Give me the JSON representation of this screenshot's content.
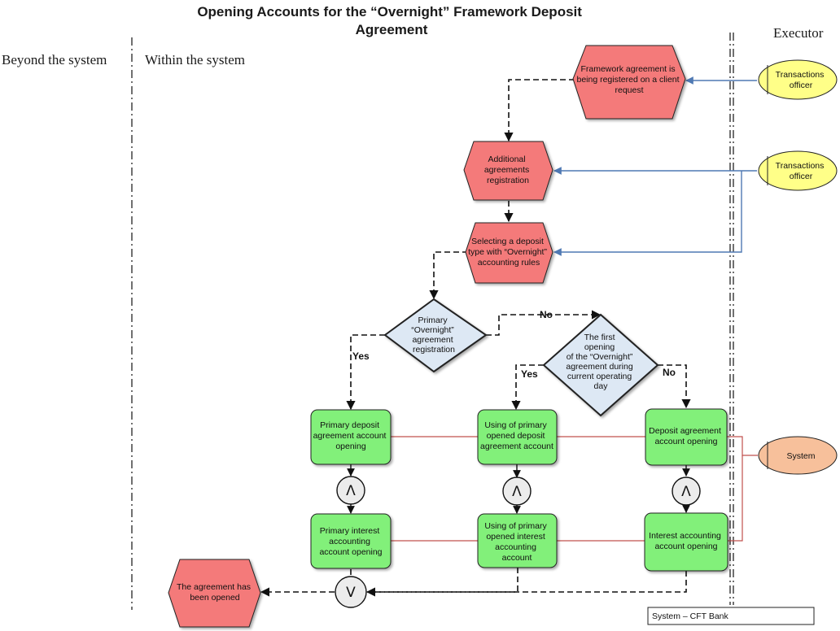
{
  "title": [
    "Opening Accounts for the “Overnight” Framework Deposit",
    "Agreement"
  ],
  "lanes": {
    "beyond": "Beyond the system",
    "within": "Within the system",
    "executor": "Executor"
  },
  "colors": {
    "event_fill": "#f47a7a",
    "function_fill": "#82f07a",
    "decision_fill": "#dde8f4",
    "executor_yellow": "#ffff88",
    "executor_system": "#f7c09b",
    "link_blue": "#4f79b3",
    "link_red": "#c0504d"
  },
  "executors": {
    "officer_1": [
      "Transactions",
      "officer"
    ],
    "officer_2": [
      "Transactions",
      "officer"
    ],
    "system": [
      "System"
    ]
  },
  "events": {
    "framework_registered": [
      "Framework agreement is",
      "being registered on a client",
      "request"
    ],
    "additional_registration": [
      "Additional",
      "agreements",
      "registration"
    ],
    "selecting_type": [
      "Selecting a deposit",
      "type with “Overnight”",
      "accounting rules"
    ],
    "agreement_opened": [
      "The agreement has",
      "been opened"
    ]
  },
  "decisions": {
    "primary": [
      "Primary",
      "“Overnight”",
      "agreement",
      "registration"
    ],
    "first_opening": [
      "The first",
      "opening",
      "of the “Overnight”",
      "agreement during",
      "current operating",
      "day"
    ]
  },
  "functions": {
    "primary_deposit": [
      "Primary deposit",
      "agreement account",
      "opening"
    ],
    "using_deposit": [
      "Using of primary",
      "opened deposit",
      "agreement account"
    ],
    "deposit_opening": [
      "Deposit agreement",
      "account opening"
    ],
    "primary_interest": [
      "Primary interest",
      "accounting",
      "account opening"
    ],
    "using_interest": [
      "Using of primary",
      "opened interest",
      "accounting",
      "account"
    ],
    "interest_opening": [
      "Interest accounting",
      "account opening"
    ]
  },
  "operators": {
    "and": "Λ",
    "or": "V"
  },
  "edge_labels": {
    "yes_1": "Yes",
    "no_1": "No",
    "yes_2": "Yes",
    "no_2": "No"
  },
  "legend": "System – CFT Bank"
}
